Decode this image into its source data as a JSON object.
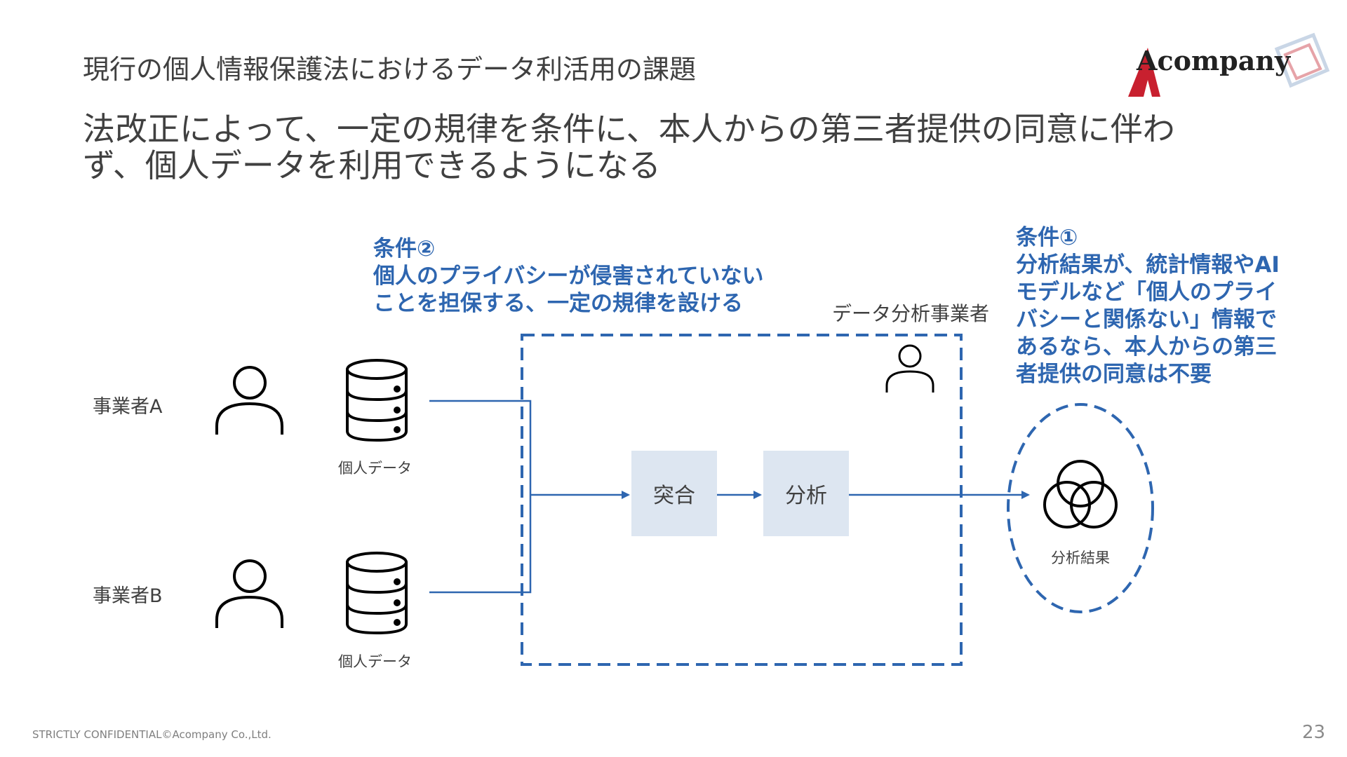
{
  "header": {
    "section_title": "現行の個人情報保護法におけるデータ利活用の課題",
    "logo_text": "Acompany"
  },
  "headline": {
    "line1": "法改正によって、一定の規律を条件に、本人からの第三者提供の同意に伴わ",
    "line2": "ず、個人データを利用できるようになる"
  },
  "condition2": {
    "line1": "条件②",
    "line2": "個人のプライバシーが侵害されていない",
    "line3": "ことを担保する、一定の規律を設ける"
  },
  "condition1": {
    "line1": "条件①",
    "line2": "分析結果が、統計情報やAI",
    "line3": "モデルなど「個人のプライ",
    "line4": "バシーと関係ない」情報で",
    "line5": "あるなら、本人からの第三",
    "line6": "者提供の同意は不要"
  },
  "diagram": {
    "analyst_label": "データ分析事業者",
    "business_a": "事業者A",
    "business_b": "事業者B",
    "data_label_a": "個人データ",
    "data_label_b": "個人データ",
    "merge_label": "突合",
    "analyze_label": "分析",
    "result_label": "分析結果"
  },
  "colors": {
    "accent_blue": "#2E66B0",
    "box_fill": "#DDE6F1",
    "logo_red": "#C8202F",
    "text_gray": "#404040"
  },
  "icons": [
    "person-icon",
    "database-icon",
    "venn-icon",
    "logo-mark-icon"
  ],
  "footer": {
    "confidential": "STRICTLY CONFIDENTIAL©Acompany Co.,Ltd.",
    "page_number": "23"
  }
}
